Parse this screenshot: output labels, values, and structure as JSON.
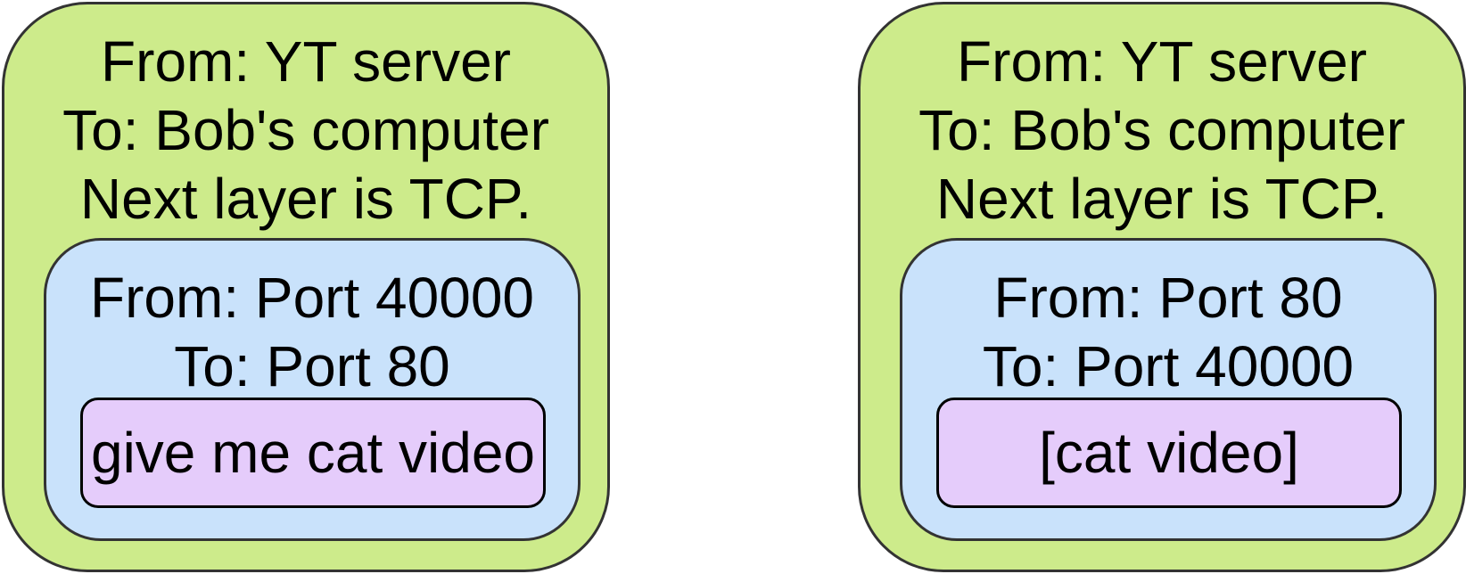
{
  "colors": {
    "ip_layer_fill": "#cdeb8b",
    "tcp_layer_fill": "#c9e2fb",
    "payload_fill": "#e5ccfb",
    "outline": "#333333"
  },
  "packets": [
    {
      "ip": {
        "from": "From: YT server",
        "to": "To: Bob's computer",
        "next": "Next layer is TCP."
      },
      "tcp": {
        "from": "From: Port 40000",
        "to": "To: Port 80"
      },
      "payload": "give me cat video"
    },
    {
      "ip": {
        "from": "From: YT server",
        "to": "To: Bob's computer",
        "next": "Next layer is TCP."
      },
      "tcp": {
        "from": "From: Port 80",
        "to": "To: Port 40000"
      },
      "payload": "[cat video]"
    }
  ]
}
